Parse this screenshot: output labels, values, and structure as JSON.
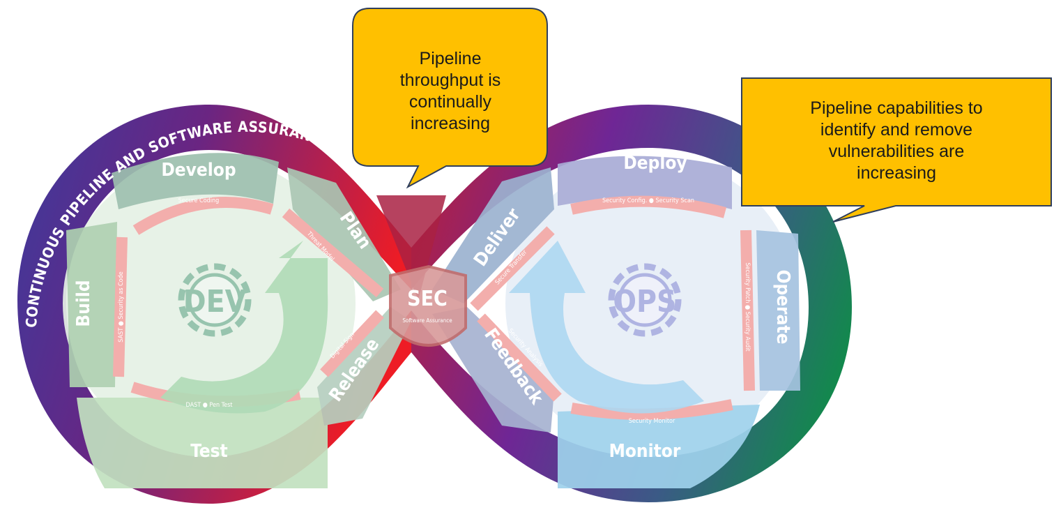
{
  "banner": "CONTINUOUS PIPELINE AND SOFTWARE ASSURANCE IMPROVEMENTS",
  "dev_gear": "DEV",
  "ops_gear": "OPS",
  "sec_shield": {
    "title": "SEC",
    "subtitle": "Software Assurance"
  },
  "stages": {
    "develop": "Develop",
    "plan": "Plan",
    "build": "Build",
    "test": "Test",
    "release": "Release",
    "deliver": "Deliver",
    "deploy": "Deploy",
    "operate": "Operate",
    "monitor": "Monitor",
    "feedback": "Feedback"
  },
  "practices": {
    "secure_coding": "Secure Coding",
    "threat_model": "Threat Model",
    "build_side": "SAST  ●  Security as Code",
    "test_side": "DAST    ●    Pen Test",
    "digital_sign": "Digital Sign",
    "secure_transfer": "Secure Transfer",
    "deploy_side": "Security Config.  ●  Security Scan",
    "operate_side": "Security Patch  ●  Security Audit",
    "security_monitor": "Security Monitor",
    "security_analysis": "Security Analysis"
  },
  "callouts": {
    "throughput": "Pipeline\nthroughput is\ncontinually\nincreasing",
    "capabilities": "Pipeline capabilities to\nidentify and remove\nvulnerabilities are\nincreasing"
  },
  "colors": {
    "callout_fill": "#FFC000",
    "callout_border": "#2f3e5c",
    "ring_purple": "#5b2a86",
    "ring_red": "#e8202a",
    "ring_green": "#138a4a",
    "dev_green": "#9cc9a0",
    "ops_blue": "#9db8da"
  }
}
